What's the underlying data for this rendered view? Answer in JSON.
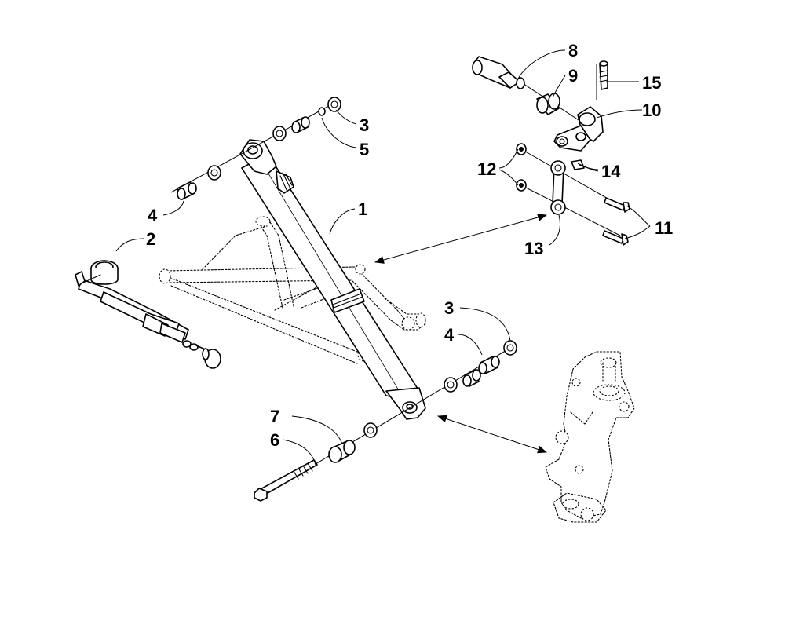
{
  "callouts": {
    "c1": "1",
    "c2": "2",
    "c3_top": "3",
    "c3_bottom": "3",
    "c4_left": "4",
    "c4_bottom": "4",
    "c5": "5",
    "c6": "6",
    "c7": "7",
    "c8": "8",
    "c9": "9",
    "c10": "10",
    "c11": "11",
    "c12": "12",
    "c13": "13",
    "c14": "14",
    "c15": "15"
  }
}
